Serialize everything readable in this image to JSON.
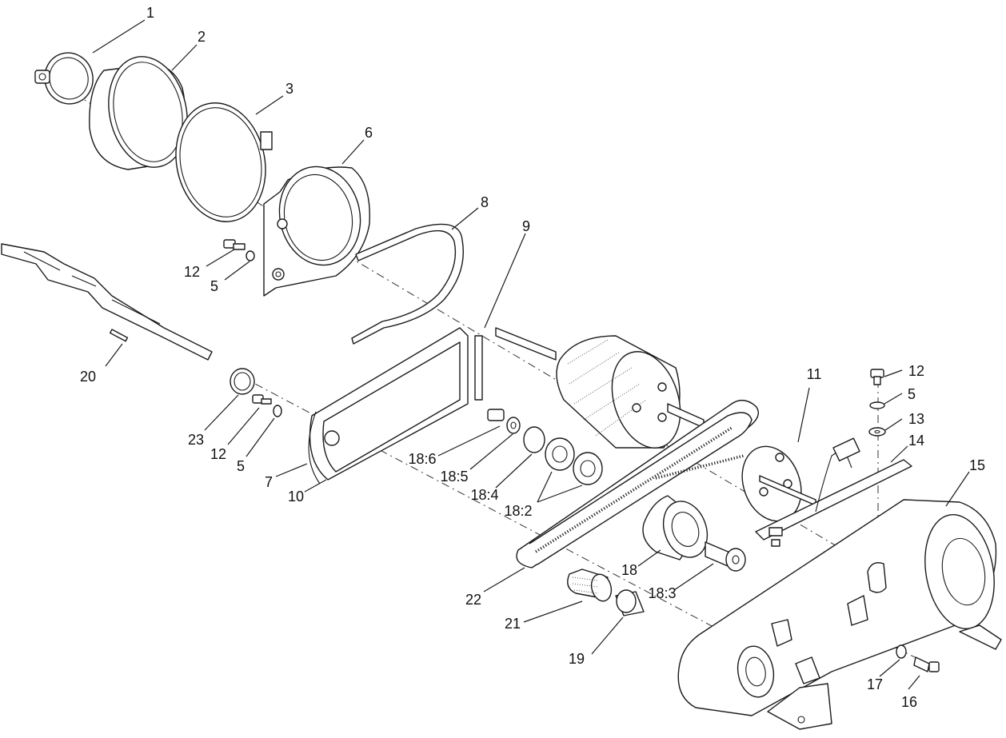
{
  "diagram": {
    "callouts": {
      "c1": "1",
      "c2": "2",
      "c3": "3",
      "c6": "6",
      "c8": "8",
      "c9": "9",
      "c12a": "12",
      "c5a": "5",
      "c20": "20",
      "c23": "23",
      "c12b": "12",
      "c5b": "5",
      "c7": "7",
      "c10": "10",
      "c18_6": "18:6",
      "c18_5": "18:5",
      "c18_4": "18:4",
      "c18_2": "18:2",
      "c11": "11",
      "c12c": "12",
      "c5c": "5",
      "c13": "13",
      "c14": "14",
      "c15": "15",
      "c18": "18",
      "c18_3": "18:3",
      "c22": "22",
      "c21": "21",
      "c19": "19",
      "c17": "17",
      "c16": "16"
    }
  }
}
